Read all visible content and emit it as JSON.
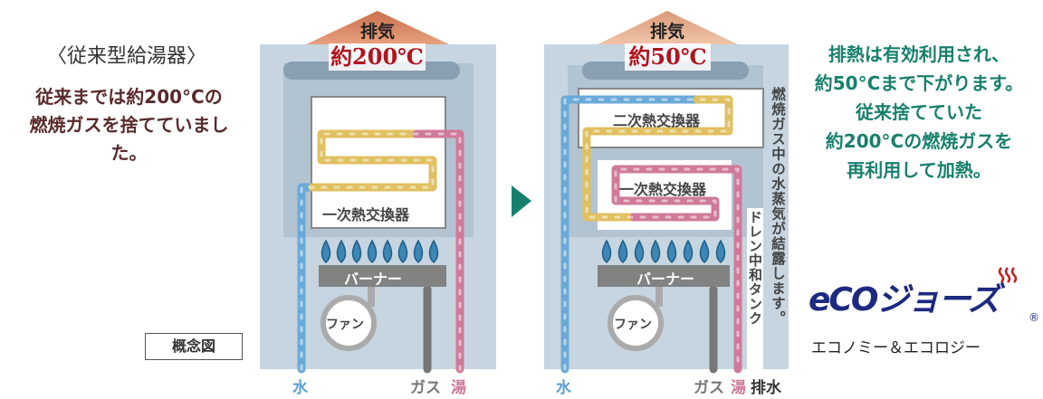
{
  "left_caption": {
    "title": "〈従来型給湯器〉",
    "lines": [
      "従来までは約200°Cの",
      "燃焼ガスを捨てていまし",
      "た。"
    ]
  },
  "concept_label": "概念図",
  "conventional": {
    "exhaust_label": "排気",
    "exhaust_temp": "約200℃",
    "primary_hx": "一次熱交換器",
    "burner": "バーナー",
    "fan": "ファン",
    "water": "水",
    "gas": "ガス",
    "hot_water": "湯"
  },
  "eco": {
    "exhaust_label": "排気",
    "exhaust_temp": "約50℃",
    "secondary_hx": "二次熱交換器",
    "primary_hx": "一次熱交換器",
    "burner": "バーナー",
    "fan": "ファン",
    "water": "水",
    "gas": "ガス",
    "hot_water": "湯",
    "drain": "排水",
    "drain_tank": "ドレン中和タンク",
    "condensation_note": "燃焼ガス中の水蒸気が結露します。"
  },
  "right_caption": {
    "lines": [
      "排熱は有効利用され、",
      "約50°Cまで下がります。",
      "従来捨てていた",
      "約200°Cの燃焼ガスを",
      "再利用して加熱。"
    ]
  },
  "logo": {
    "text": "eCOジョーズ",
    "registered": "®",
    "tagline": "エコノミー＆エコロジー"
  },
  "colors": {
    "water": "#6aaad8",
    "hot": "#cf7a9a",
    "warm": "#e0c060",
    "accent": "#17806d",
    "navy": "#1d2a80"
  }
}
